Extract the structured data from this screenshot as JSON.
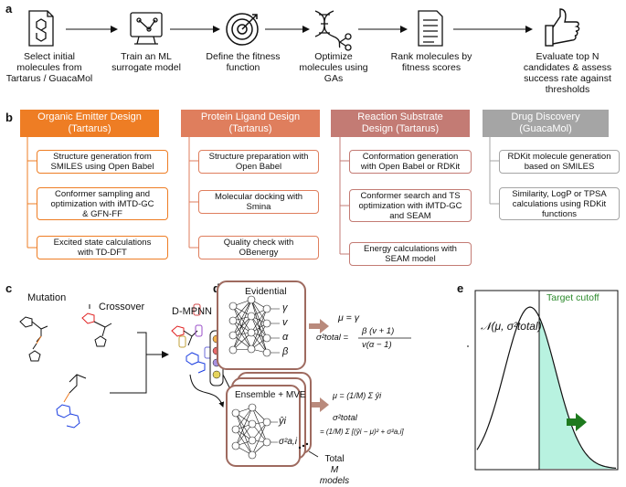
{
  "panel_labels": {
    "a": "a",
    "b": "b",
    "c": "c",
    "d": "d",
    "e": "e"
  },
  "workflow_steps": [
    {
      "icon": "molecule-icon",
      "lines": [
        "Select initial",
        "molecules from",
        "Tartarus / GuacaMol"
      ]
    },
    {
      "icon": "ml-model-icon",
      "lines": [
        "Train an ML",
        "surrogate model"
      ]
    },
    {
      "icon": "target-icon",
      "lines": [
        "Define the fitness",
        "function"
      ]
    },
    {
      "icon": "dna-icon",
      "lines": [
        "Optimize",
        "molecules using",
        "GAs"
      ]
    },
    {
      "icon": "document-list-icon",
      "lines": [
        "Rank molecules by",
        "fitness scores"
      ]
    },
    {
      "icon": "thumbs-up-icon",
      "lines": [
        "Evaluate top N",
        "candidates & assess",
        "success rate against",
        "thresholds"
      ]
    }
  ],
  "columns": [
    {
      "header": [
        "Organic Emitter Design",
        "(Tartarus)"
      ],
      "color": "#ee7d24",
      "boxes": [
        [
          "Structure generation from",
          "SMILES using Open Babel"
        ],
        [
          "Conformer sampling and",
          "optimization with iMTD-GC",
          "& GFN-FF"
        ],
        [
          "Excited state calculations",
          "with TD-DFT"
        ]
      ]
    },
    {
      "header": [
        "Protein Ligand Design",
        "(Tartarus)"
      ],
      "color": "#df7e5d",
      "boxes": [
        [
          "Structure preparation with",
          "Open Babel"
        ],
        [
          "Molecular docking with",
          "Smina"
        ],
        [
          "Quality check with",
          "OBenergy"
        ]
      ]
    },
    {
      "header": [
        "Reaction Substrate",
        "Design (Tartarus)"
      ],
      "color": "#c37b74",
      "boxes": [
        [
          "Conformation generation",
          "with Open Babel or RDKit"
        ],
        [
          "Conformer search and TS",
          "optimization with iMTD-GC",
          "and SEAM"
        ],
        [
          "Energy calculations with",
          "SEAM model"
        ]
      ]
    },
    {
      "header": [
        "Drug Discovery",
        "(GuacaMol)"
      ],
      "color": "#a5a5a5",
      "boxes": [
        [
          "RDKit molecule generation",
          "based on SMILES"
        ],
        [
          "Similarity, LogP or TPSA",
          "calculations using RDKit",
          "functions"
        ]
      ]
    }
  ],
  "panel_c": {
    "mutation": "Mutation",
    "crossover": "Crossover"
  },
  "panel_d": {
    "dmpnn": "D-MPNN",
    "evidential": "Evidential",
    "outputs": [
      "γ",
      "v",
      "α",
      "β"
    ],
    "mu_eq": "μ = γ",
    "sigma_eq_lhs": "σ²total =",
    "sigma_eq_num": "β (v + 1)",
    "sigma_eq_den": "v(α − 1)",
    "ensemble": "Ensemble + MVE",
    "ens_outputs": [
      "ŷi",
      "σ²a,i"
    ],
    "ens_mu": "μ = (1/M) Σ ŷi",
    "ens_sigma_lhs": "σ²total",
    "ens_sigma_rhs": "= (1/M) Σ [(ŷi − μ)² + σ²a,i]",
    "total_models": [
      "Total",
      "M models"
    ]
  },
  "panel_e": {
    "dist_label": "𝒩(μ, σ²total)",
    "target_cutoff": "Target cutoff"
  },
  "colors": {
    "accent_orange": "#ee7d24",
    "teal_fill": "#b8f2e0",
    "cutoff_green": "#2e8b2e",
    "arrow_brown": "#b98a7c",
    "box_border": "#9e6a5f"
  }
}
